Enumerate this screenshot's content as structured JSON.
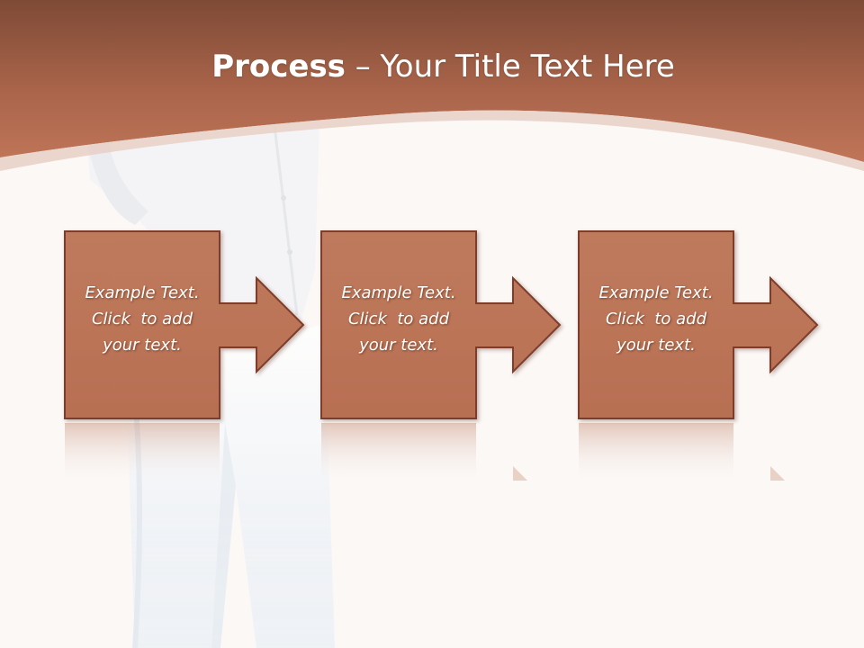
{
  "title": {
    "bold": "Process",
    "rest": " – Your Title Text Here"
  },
  "steps": [
    {
      "line1": "Example Text.",
      "line2": "Click  to add",
      "line3": "your text."
    },
    {
      "line1": "Example Text.",
      "line2": "Click  to add",
      "line3": "your text."
    },
    {
      "line1": "Example Text.",
      "line2": "Click  to add",
      "line3": "your text."
    }
  ],
  "colors": {
    "header": "#b0684b",
    "box_fill": "#bc7558",
    "box_border": "#7e3e2a",
    "background": "#fbf8f6"
  }
}
